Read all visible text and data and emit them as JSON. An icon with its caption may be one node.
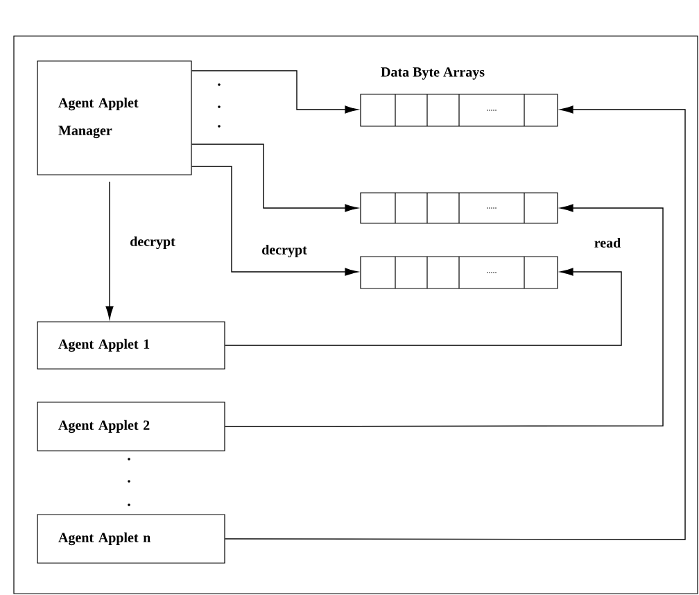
{
  "diagram": {
    "nodes": [
      {
        "text": [],
        "shape": "box"
      },
      {
        "text": [
          "Agent Applet Manager"
        ],
        "in": 0
      },
      {
        "text": [
          "....."
        ],
        "in": 0
      },
      {
        "text": [
          "....."
        ],
        "in": 0
      },
      {
        "text": [
          "....."
        ],
        "in": 0
      },
      {
        "text": [
          "Agent Applet 1"
        ],
        "in": 0
      },
      {
        "text": [
          "Agent Applet 2"
        ],
        "in": 0
      },
      {
        "text": [
          "Agent Applet n"
        ],
        "in": 0
      }
    ],
    "edges": [
      {
        "from": 1,
        "to": 2,
        "arrow": "to"
      },
      {
        "from": 1,
        "to": 3,
        "arrow": "to"
      },
      {
        "from": 1,
        "to": 4,
        "arrow": "to",
        "label": "decrypt"
      },
      {
        "from": 1,
        "to": 5,
        "arrow": "to",
        "label": "decrypt"
      },
      {
        "from": 5,
        "to": 4,
        "arrow": "to",
        "label": "read"
      },
      {
        "from": 6,
        "to": 3,
        "arrow": "to"
      },
      {
        "from": 7,
        "to": 2,
        "arrow": "to"
      }
    ],
    "labels": [
      "Data Byte Arrays"
    ]
  }
}
